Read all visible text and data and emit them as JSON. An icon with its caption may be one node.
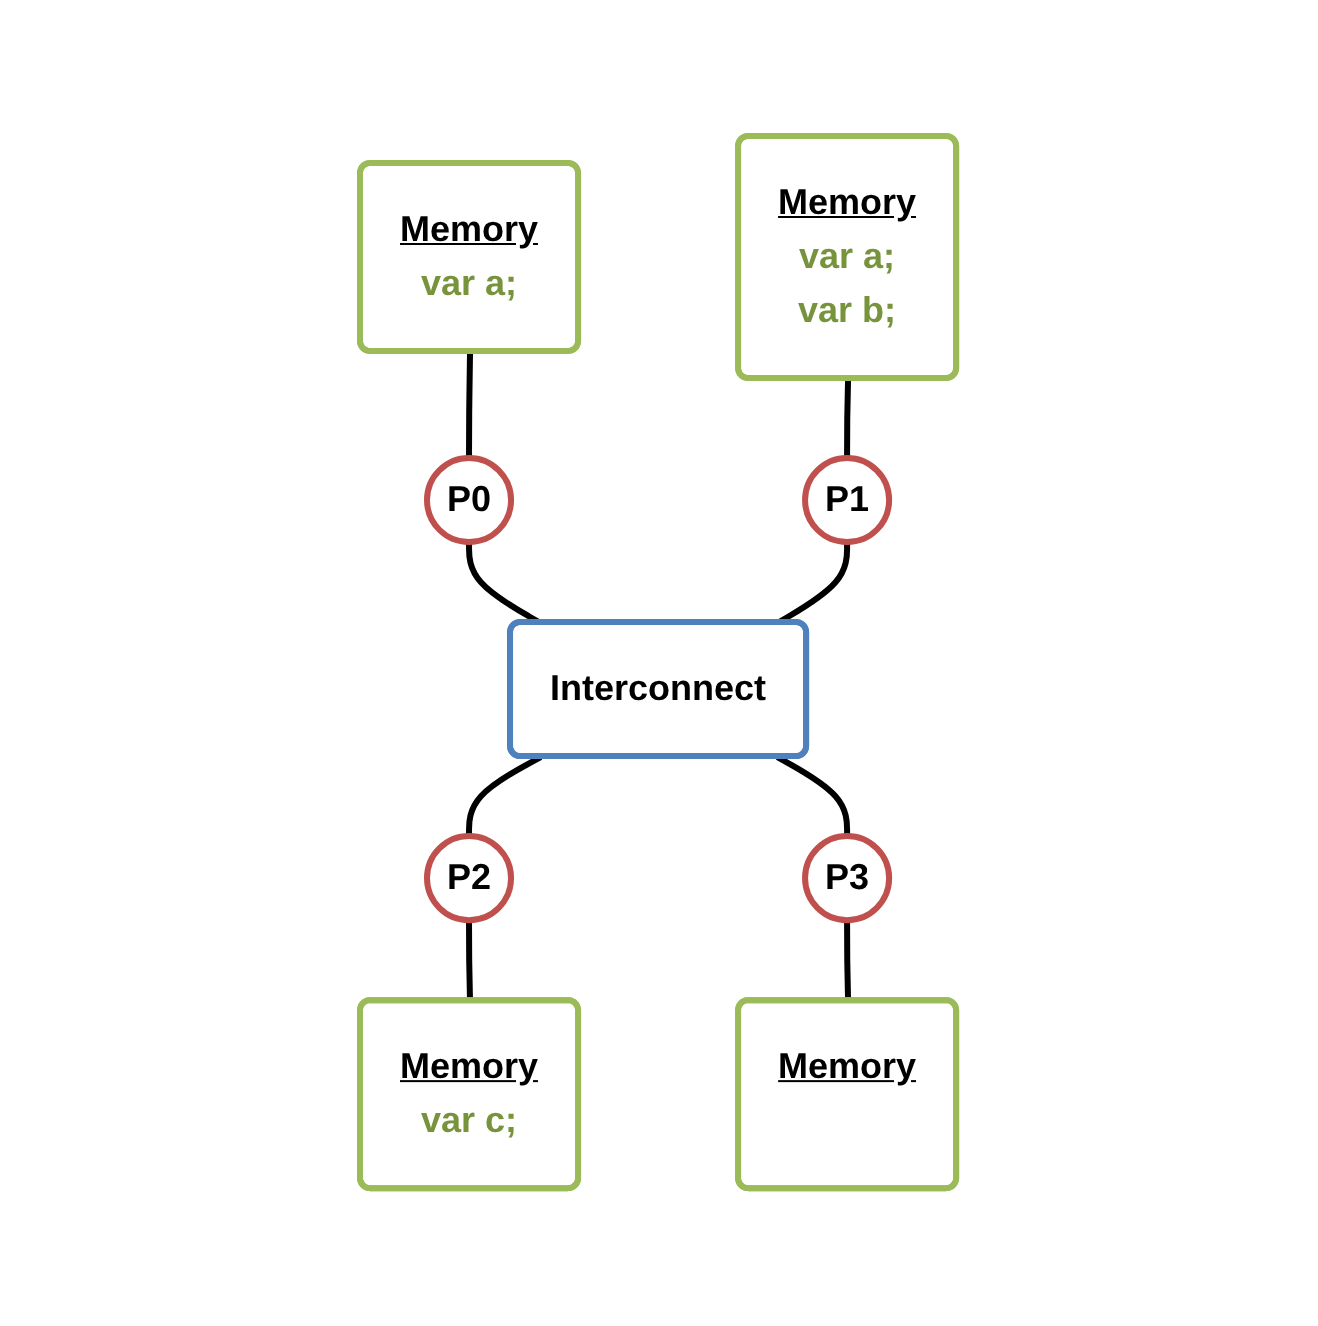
{
  "diagram": {
    "nodes": [
      {
        "text": [
          "Memory",
          "var a;"
        ]
      },
      {
        "text": [
          "Memory",
          "var a;",
          "var b;"
        ]
      },
      {
        "text": [
          "P0"
        ]
      },
      {
        "text": [
          "P1"
        ]
      },
      {
        "text": [
          "Interconnect"
        ]
      },
      {
        "text": [
          "P2"
        ]
      },
      {
        "text": [
          "P3"
        ]
      },
      {
        "text": [
          "Memory",
          "var c;"
        ]
      },
      {
        "text": [
          "Memory"
        ]
      }
    ],
    "edges": [
      {
        "from": 0,
        "to": 2,
        "arrow": "none"
      },
      {
        "from": 1,
        "to": 3,
        "arrow": "none"
      },
      {
        "from": 2,
        "to": 4,
        "arrow": "none"
      },
      {
        "from": 3,
        "to": 4,
        "arrow": "none"
      },
      {
        "from": 4,
        "to": 5,
        "arrow": "none"
      },
      {
        "from": 4,
        "to": 6,
        "arrow": "none"
      },
      {
        "from": 5,
        "to": 7,
        "arrow": "none"
      },
      {
        "from": 6,
        "to": 8,
        "arrow": "none"
      }
    ]
  }
}
